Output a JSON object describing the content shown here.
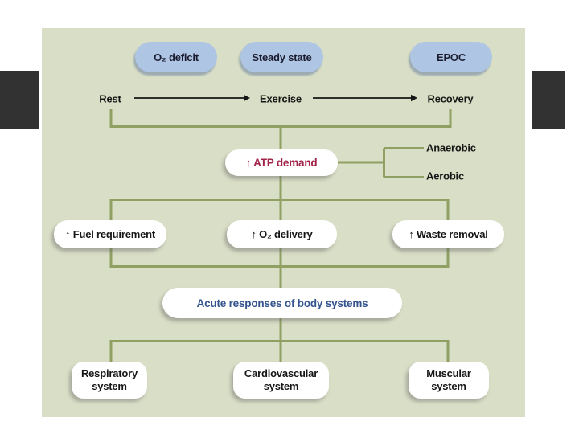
{
  "slide": {
    "phases": [
      {
        "label": "O₂ deficit"
      },
      {
        "label": "Steady state"
      },
      {
        "label": "EPOC"
      }
    ],
    "timeline": [
      {
        "label": "Rest"
      },
      {
        "label": "Exercise"
      },
      {
        "label": "Recovery"
      }
    ],
    "atp": {
      "label": "↑ ATP demand"
    },
    "pathways": [
      {
        "label": "Anaerobic"
      },
      {
        "label": "Aerobic"
      }
    ],
    "demands": [
      {
        "label": "↑ Fuel requirement"
      },
      {
        "label": "↑ O₂ delivery"
      },
      {
        "label": "↑ Waste removal"
      }
    ],
    "acute": {
      "label": "Acute responses of body systems"
    },
    "systems": [
      {
        "line1": "Respiratory",
        "line2": "system"
      },
      {
        "line1": "Cardiovascular",
        "line2": "system"
      },
      {
        "line1": "Muscular",
        "line2": "system"
      }
    ],
    "colors": {
      "panel_bg": "#d9dec6",
      "side_bar": "#323232",
      "pill_blue": "#aec5e4",
      "pill_blue_text": "#1b1c30",
      "pill_white": "#ffffff",
      "connector_green": "#8fa062",
      "text_dark": "#161616",
      "atp_text": "#a02348",
      "acute_text": "#35548e"
    }
  }
}
